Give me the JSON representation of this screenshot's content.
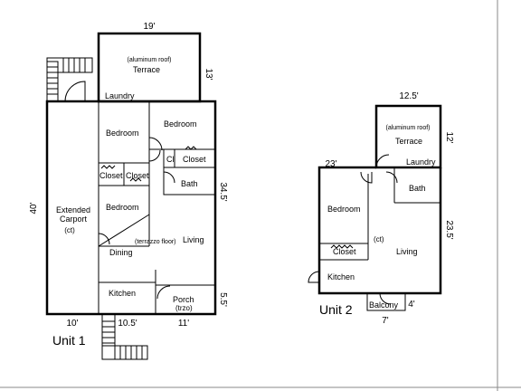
{
  "unit1": {
    "title": "Unit 1",
    "rooms": {
      "terrace": "Terrace",
      "terrace_note": "(aluminum roof)",
      "laundry": "Laundry",
      "bedroom_a": "Bedroom",
      "bedroom_b": "Bedroom",
      "bedroom_c": "Bedroom",
      "closet_a": "Closet",
      "closet_b": "Closet",
      "closet_c": "Closet",
      "closet_d": "Cl",
      "bath": "Bath",
      "carport_1": "Extended",
      "carport_2": "Carport",
      "carport_3": "(ct)",
      "living": "Living",
      "living_note": "(terrazzo floor)",
      "dining": "Dining",
      "kitchen": "Kitchen",
      "porch": "Porch",
      "porch_note": "(trzo)"
    },
    "dims": {
      "terrace_width": "19'",
      "terrace_depth": "13'",
      "overall_depth": "40'",
      "right_depth": "34.5'",
      "porch_depth": "5.5'",
      "bottom_left": "10'",
      "bottom_mid": "10.5'",
      "bottom_right": "11'"
    }
  },
  "unit2": {
    "title": "Unit 2",
    "rooms": {
      "terrace": "Terrace",
      "terrace_note": "(aluminum roof)",
      "laundry": "Laundry",
      "bath": "Bath",
      "bedroom": "Bedroom",
      "closet": "Closet",
      "ct": "(ct)",
      "living": "Living",
      "kitchen": "Kitchen",
      "balcony": "Balcony"
    },
    "dims": {
      "terrace_width": "12.5'",
      "terrace_depth": "12'",
      "left_width": "23'",
      "right_depth": "23.5'",
      "balcony_width": "7'",
      "balcony_depth": "4'"
    }
  }
}
